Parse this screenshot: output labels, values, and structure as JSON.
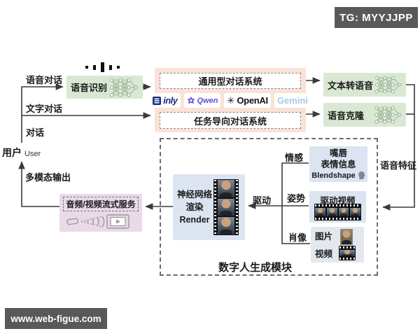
{
  "badge": {
    "text": "TG: MYYJJPP"
  },
  "watermark": {
    "text": "www.web-figue.com"
  },
  "user": {
    "name": "用户",
    "name_en": "User"
  },
  "labels": {
    "voice_dialog": "语音对话",
    "text_dialog": "文字对话",
    "dialog": "对话",
    "multimodal_output": "多模态输出",
    "drive": "驱动",
    "voice_feature": "语音特征",
    "emotion": "情感",
    "pose": "姿势",
    "portrait": "肖像",
    "module_title": "数字人生成模块"
  },
  "nodes": {
    "speech_recognition": "语音识别",
    "general_dialog": "通用型对话系统",
    "task_dialog": "任务导向对话系统",
    "tts": "文本转语音",
    "voice_clone": "语音克隆",
    "streaming_service": "音频/视频流式服务",
    "render_l1": "神经网络",
    "render_l2": "渲染Render",
    "lip_l1": "嘴唇",
    "lip_l2": "表情信息",
    "lip_l3": "Blendshape",
    "driving_video": "驱动视频",
    "image": "图片",
    "video": "视频"
  },
  "logos": [
    {
      "name": "linly",
      "label": "inly"
    },
    {
      "name": "qwen",
      "label": "Qwen"
    },
    {
      "name": "openai",
      "label": "OpenAI"
    },
    {
      "name": "gemini",
      "label": "Gemini"
    }
  ],
  "colors": {
    "green_box": "#d9e8d3",
    "orange_box": "#f9e2d6",
    "purple_box": "#e9d9e9",
    "blue_box": "#dbe4f0",
    "badge_bg": "#58595b",
    "line": "#3a3a3a"
  }
}
